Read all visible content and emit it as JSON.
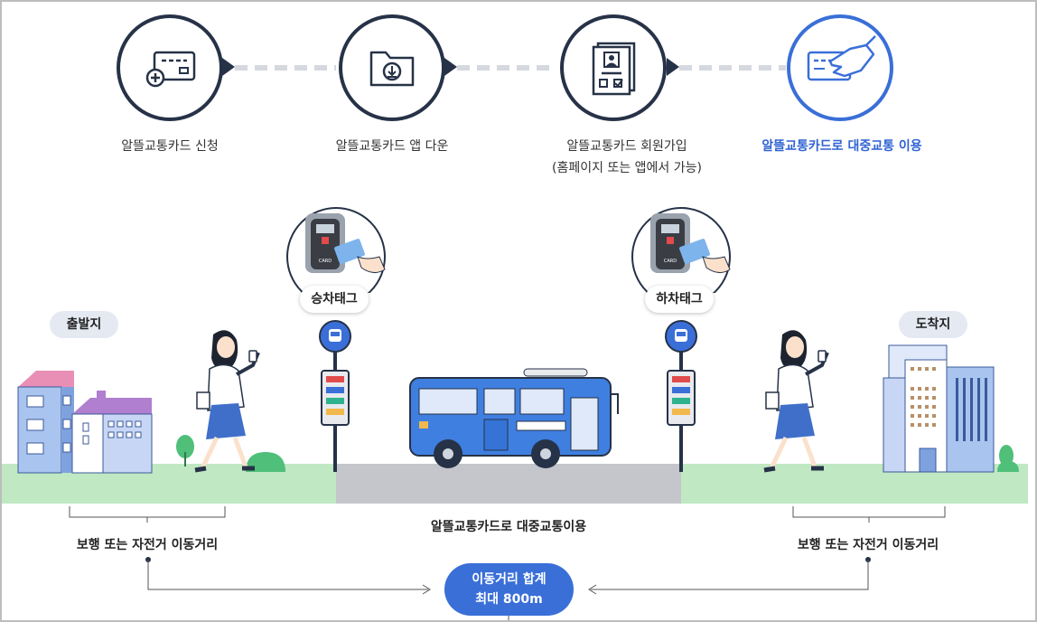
{
  "steps": [
    {
      "label": "알뜰교통카드 신청",
      "icon": "card-plus-icon"
    },
    {
      "label": "알뜰교통카드 앱 다운",
      "icon": "download-folder-icon"
    },
    {
      "label": "알뜰교통카드 회원가입",
      "sublabel": "(홈페이지 또는 앱에서 가능)",
      "icon": "registration-form-icon"
    },
    {
      "label": "알뜰교통카드로 대중교통 이용",
      "icon": "card-hand-icon"
    }
  ],
  "scene": {
    "departure": "출발지",
    "boarding_tag": "승차태그",
    "alighting_tag": "하차태그",
    "arrival": "도착지",
    "card_text": "CARD",
    "road_label": "알뜰교통카드로 대중교통이용",
    "walk_left": "보행 또는 자전거 이동거리",
    "walk_right": "보행 또는 자전거 이동거리",
    "total_line1": "이동거리 합계",
    "total_line2": "최대 800m"
  },
  "colors": {
    "navy": "#263247",
    "accent": "#3a6fd8",
    "grass": "#bfe8c3",
    "road": "#c4c6cc",
    "bus": "#3f7fe0"
  }
}
